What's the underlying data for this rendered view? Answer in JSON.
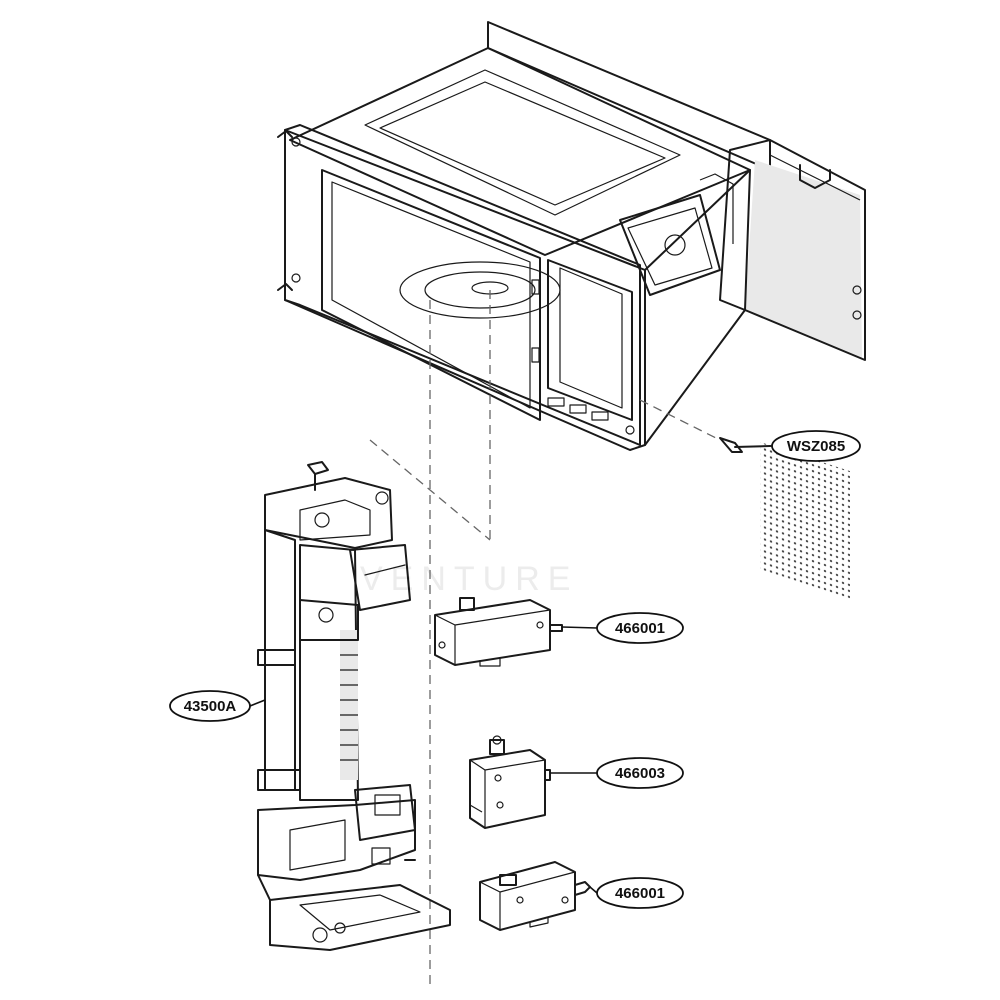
{
  "diagram": {
    "callouts": {
      "wsz085": "WSZ085",
      "switch_top": "466001",
      "bracket": "43500A",
      "switch_middle": "466003",
      "switch_bottom": "466001"
    },
    "watermark": "VENTURE",
    "line_color": "#1a1a1a",
    "background": "#ffffff"
  }
}
